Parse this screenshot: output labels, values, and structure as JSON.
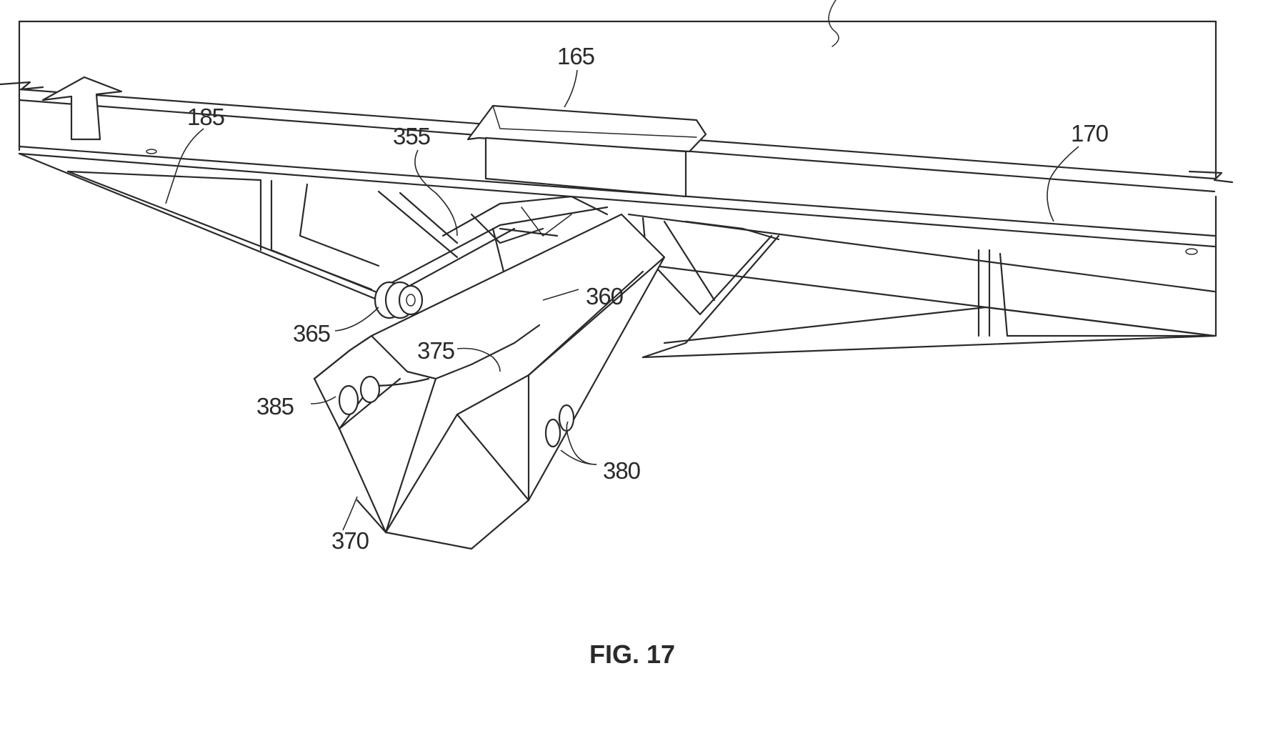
{
  "figure": {
    "caption": "FIG. 17",
    "labels": {
      "r165": "165",
      "r170": "170",
      "r185": "185",
      "r355": "355",
      "r360": "360",
      "r365": "365",
      "r370": "370",
      "r375": "375",
      "r380": "380",
      "r385": "385"
    }
  },
  "colors": {
    "line": "#2a2a2a",
    "background": "#ffffff"
  }
}
